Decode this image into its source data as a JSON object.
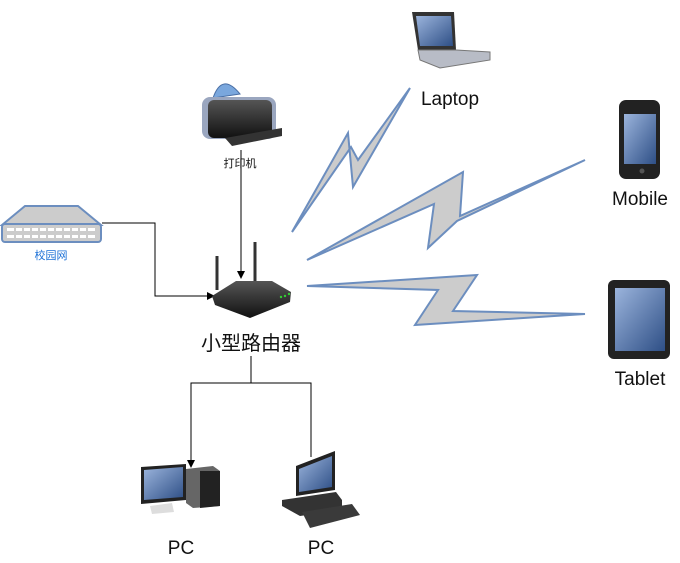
{
  "nodes": {
    "laptop": {
      "label": "Laptop",
      "icon": "laptop-icon"
    },
    "mobile": {
      "label": "Mobile",
      "icon": "mobile-phone-icon"
    },
    "tablet": {
      "label": "Tablet",
      "icon": "tablet-icon"
    },
    "printer": {
      "label": "打印机",
      "icon": "printer-icon"
    },
    "campus_network": {
      "label": "校园网",
      "icon": "switch-icon"
    },
    "router": {
      "label": "小型路由器",
      "icon": "wireless-router-icon"
    },
    "pc1": {
      "label": "PC",
      "icon": "desktop-pc-icon"
    },
    "pc2": {
      "label": "PC",
      "icon": "workstation-icon"
    }
  },
  "colors": {
    "link": "#000000",
    "wireless_fill": "#cccccc",
    "wireless_stroke": "#6c8ebf",
    "campus_label": "#1a6fd6"
  }
}
